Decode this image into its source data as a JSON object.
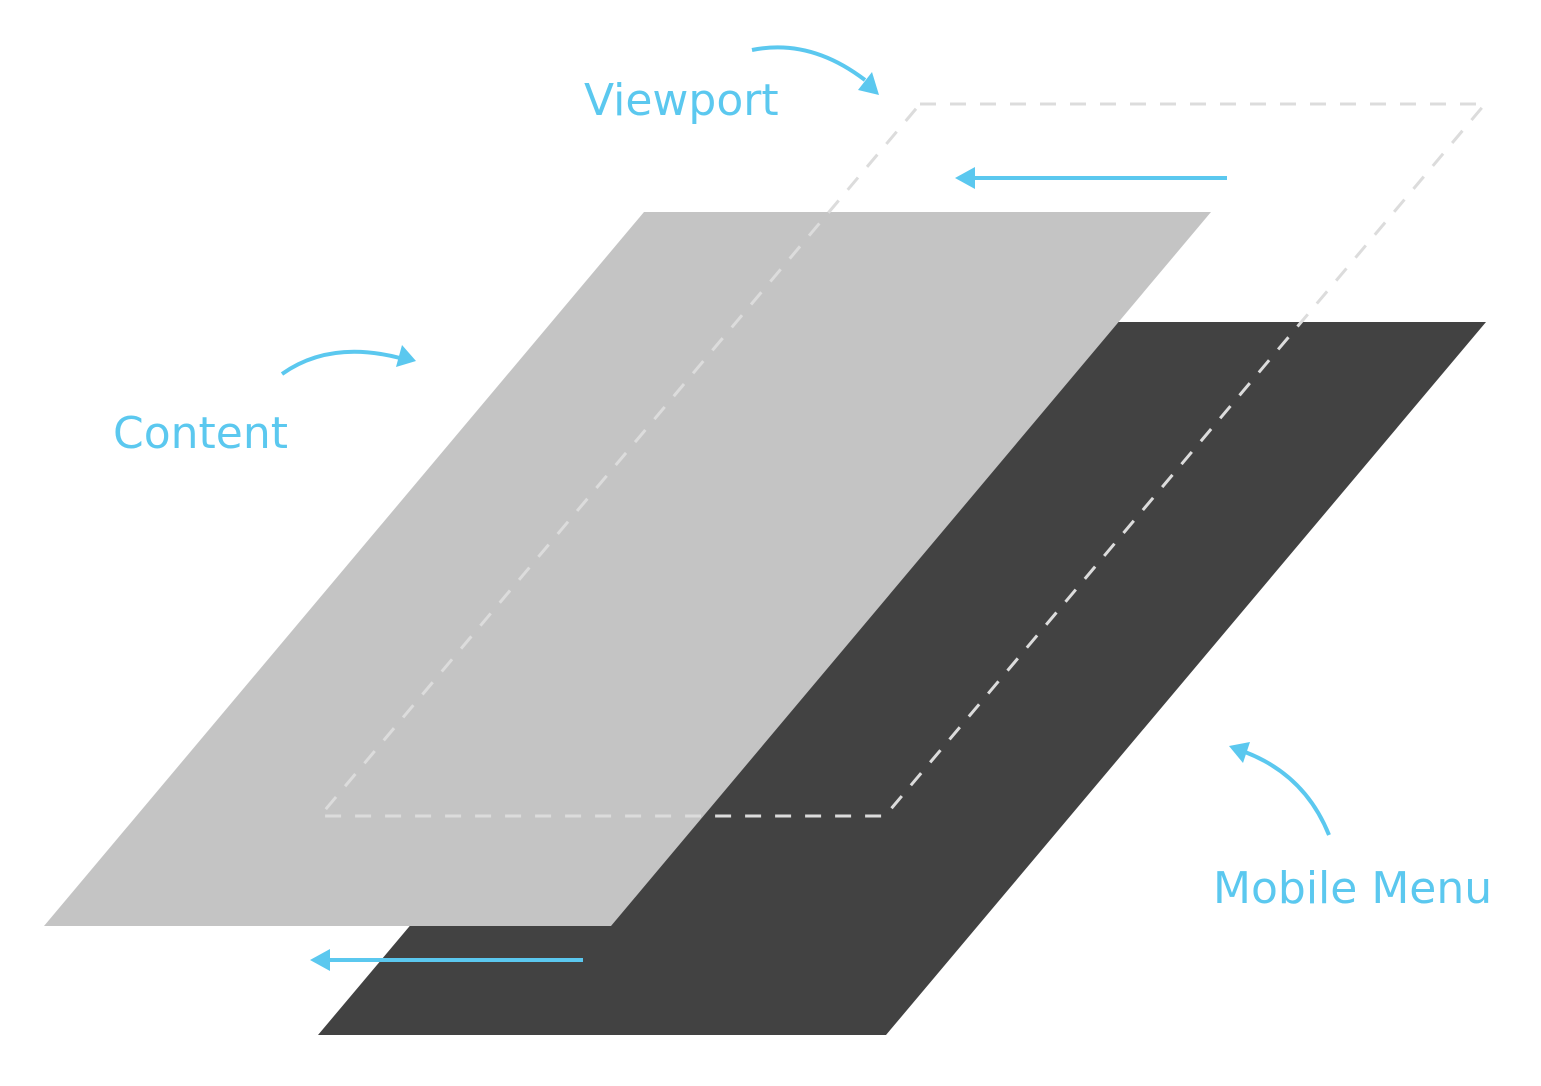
{
  "labels": {
    "viewport": "Viewport",
    "content": "Content",
    "mobile_menu": "Mobile Menu"
  },
  "colors": {
    "accent": "#5bc8ef",
    "content_layer": "#c4c4c4",
    "menu_layer": "#424242",
    "viewport_outline": "#dcdcdc"
  }
}
